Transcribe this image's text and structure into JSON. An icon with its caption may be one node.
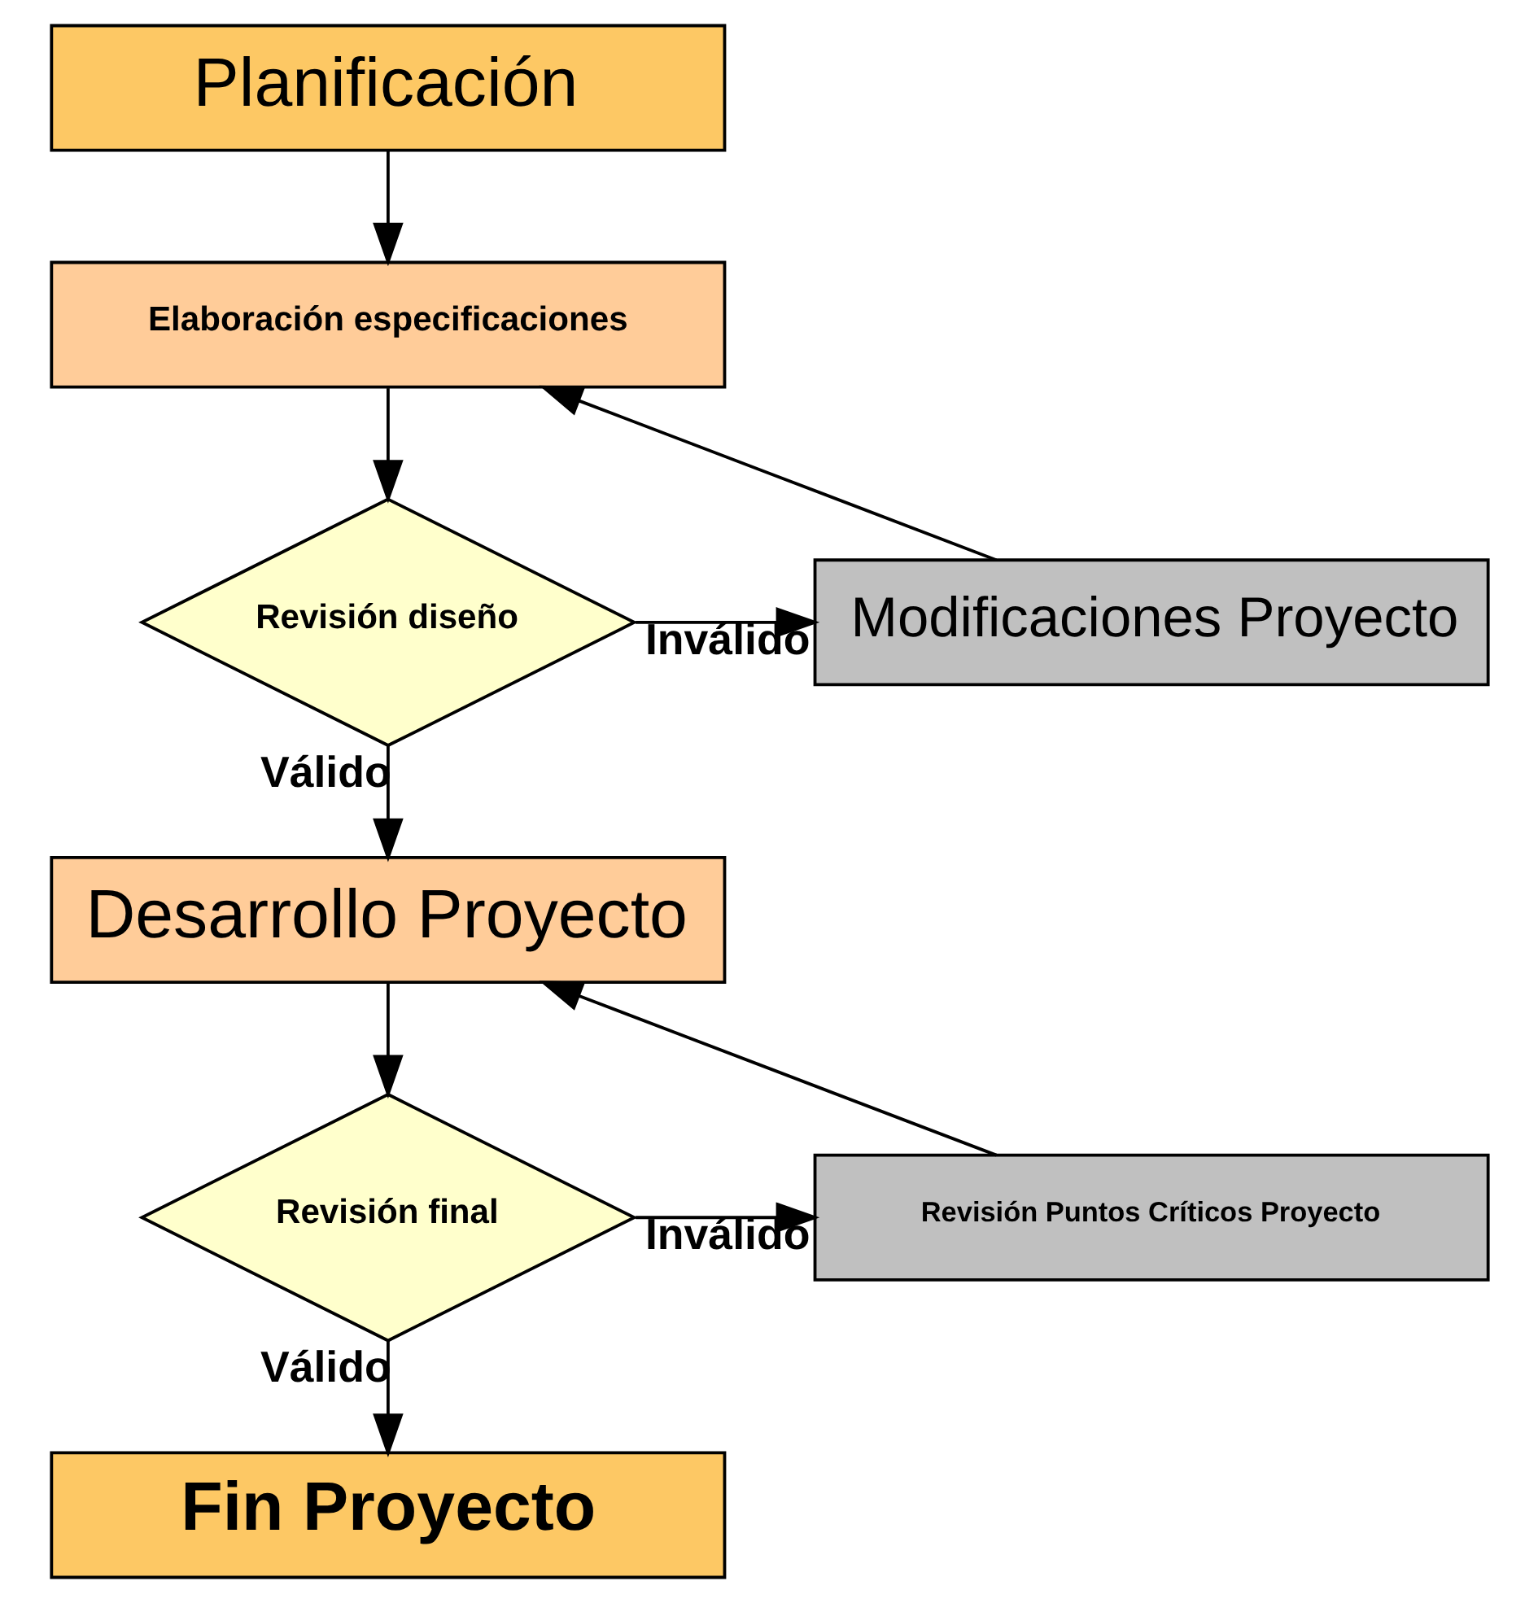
{
  "diagram": {
    "nodes": [
      {
        "text": [
          "Planificación"
        ]
      },
      {
        "text": [
          "Elaboración especificaciones"
        ]
      },
      {
        "text": [
          "Revisión diseño"
        ]
      },
      {
        "text": [
          "Modificaciones Proyecto"
        ]
      },
      {
        "text": [
          "Desarrollo Proyecto"
        ]
      },
      {
        "text": [
          "Revisión final"
        ]
      },
      {
        "text": [
          "Revisión Puntos Críticos Proyecto"
        ]
      },
      {
        "text": [
          "Fin Proyecto"
        ]
      }
    ],
    "edges": [
      {
        "from": 0,
        "to": 1,
        "arrow": "to"
      },
      {
        "from": 1,
        "to": 2,
        "arrow": "to"
      },
      {
        "from": 2,
        "to": 3,
        "arrow": "to",
        "label": "Inválido"
      },
      {
        "from": 3,
        "to": 1,
        "arrow": "to"
      },
      {
        "from": 2,
        "to": 4,
        "arrow": "to",
        "label": "Válido"
      },
      {
        "from": 4,
        "to": 5,
        "arrow": "to"
      },
      {
        "from": 5,
        "to": 6,
        "arrow": "to",
        "label": "Inválido"
      },
      {
        "from": 6,
        "to": 4,
        "arrow": "to"
      },
      {
        "from": 5,
        "to": 7,
        "arrow": "to",
        "label": "Válido"
      }
    ]
  }
}
